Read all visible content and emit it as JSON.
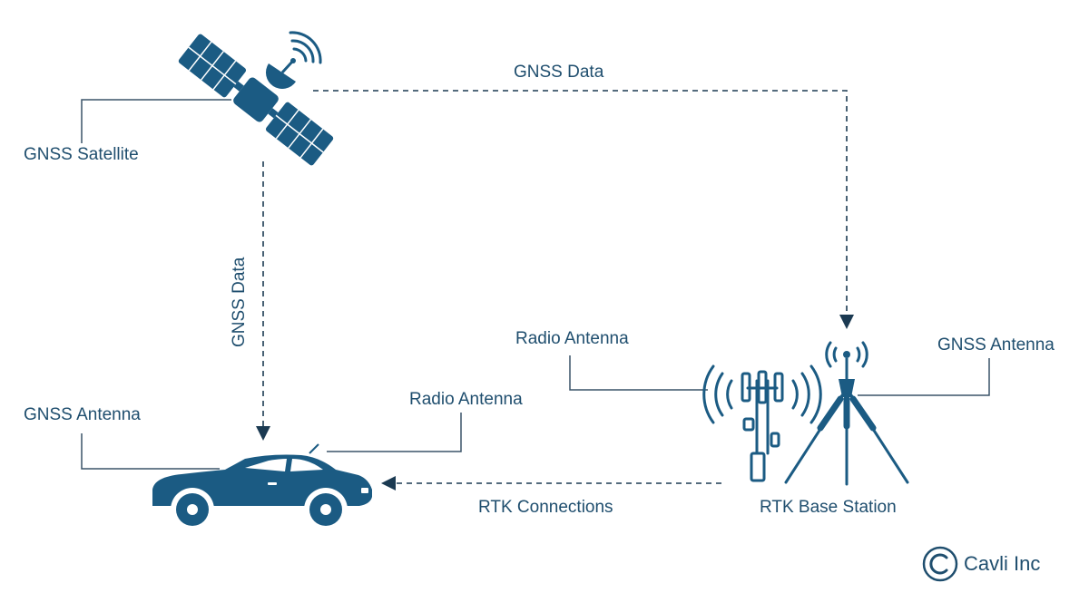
{
  "labels": {
    "gnss_satellite": "GNSS Satellite",
    "gnss_data_top": "GNSS Data",
    "gnss_data_vertical": "GNSS Data",
    "gnss_antenna_car": "GNSS Antenna",
    "radio_antenna_car": "Radio Antenna",
    "radio_antenna_station": "Radio Antenna",
    "gnss_antenna_station": "GNSS Antenna",
    "rtk_connections": "RTK Connections",
    "rtk_base_station": "RTK Base Station"
  },
  "brand": {
    "name": "Cavli Inc"
  },
  "colors": {
    "primary": "#1b5b83",
    "text": "#1f4e6e",
    "line": "#3a5468"
  }
}
